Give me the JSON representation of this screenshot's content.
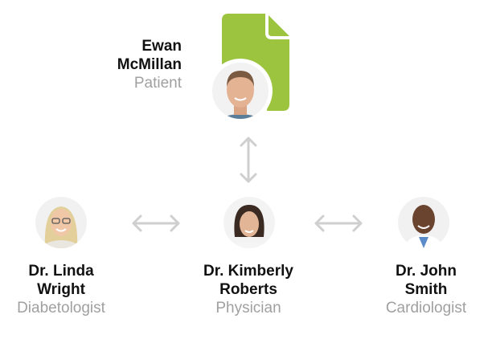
{
  "patient": {
    "first": "Ewan",
    "last": "McMillan",
    "role": "Patient"
  },
  "doctors": [
    {
      "first": "Dr. Linda",
      "last": "Wright",
      "role": "Diabetologist"
    },
    {
      "first": "Dr. Kimberly",
      "last": "Roberts",
      "role": "Physician"
    },
    {
      "first": "Dr. John",
      "last": "Smith",
      "role": "Cardiologist"
    }
  ],
  "colors": {
    "document": "#9dc43f",
    "arrow": "#cfcfcf",
    "role": "#a0a0a0"
  }
}
